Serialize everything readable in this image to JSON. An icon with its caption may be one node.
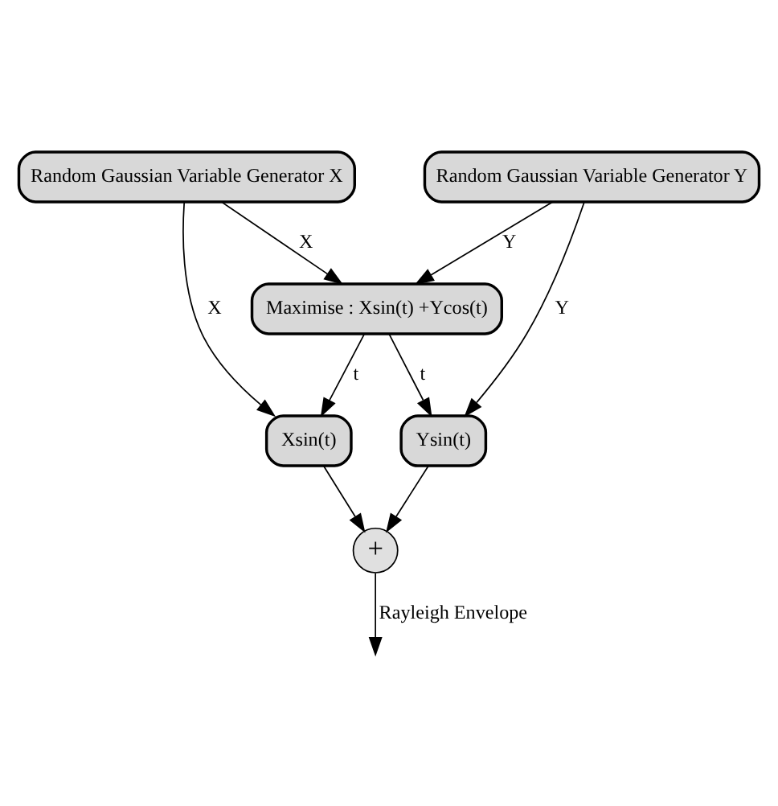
{
  "diagram": {
    "nodes": [
      {
        "text": [
          "Xsin(t)"
        ]
      },
      {
        "text": [
          "Random Gaussian Variable Generator X"
        ]
      },
      {
        "text": [
          "Maximise : Xsin(t) +Ycos(t)"
        ]
      },
      {
        "text": [
          "Random Gaussian Variable Generator Y"
        ]
      },
      {
        "text": [
          "Ysin(t)"
        ]
      },
      {
        "text": [
          "+"
        ]
      }
    ],
    "edges": [
      {
        "from": 2,
        "to": 0,
        "label": "t",
        "arrow": "to"
      },
      {
        "from": 1,
        "to": 0,
        "label": "X",
        "arrow": "to"
      },
      {
        "from": 1,
        "to": 2,
        "label": "X",
        "arrow": "to"
      },
      {
        "from": 3,
        "to": 2,
        "label": "Y",
        "arrow": "to"
      },
      {
        "from": 3,
        "to": 4,
        "label": "Y",
        "arrow": "to"
      },
      {
        "from": 2,
        "to": 4,
        "label": "t",
        "arrow": "to"
      },
      {
        "from": 0,
        "to": 5,
        "arrow": "to"
      },
      {
        "from": 4,
        "to": 5,
        "arrow": "to"
      },
      {
        "from": 5,
        "to": null,
        "label": "Rayleigh Envelope",
        "arrow": "to"
      }
    ]
  }
}
